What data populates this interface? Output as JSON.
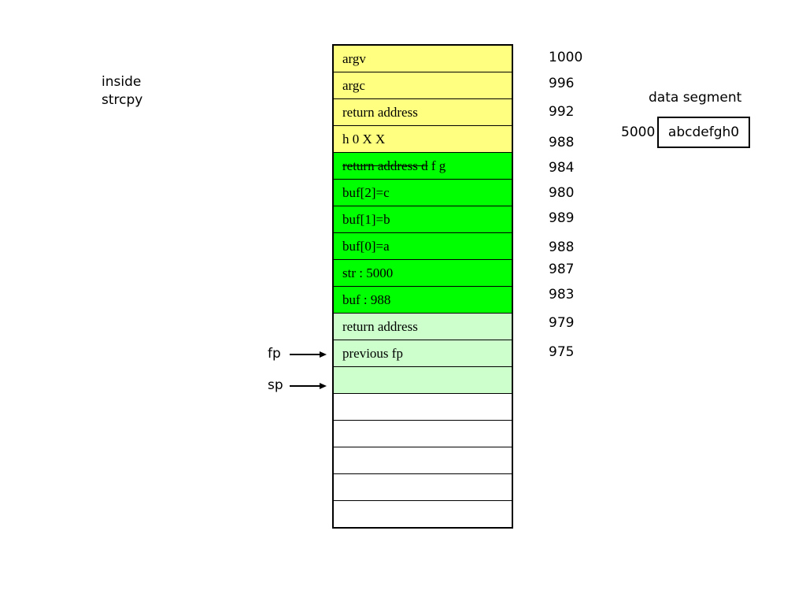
{
  "context": {
    "line1": "inside",
    "line2": "strcpy"
  },
  "colors": {
    "yellow": "#ffff80",
    "green": "#00ff00",
    "light_green": "#ccffcc",
    "white": "#ffffff"
  },
  "stack": {
    "cells": [
      {
        "text": "argv",
        "fill": "yellow"
      },
      {
        "text": "argc",
        "fill": "yellow"
      },
      {
        "text": "return address",
        "fill": "yellow"
      },
      {
        "text": "h 0 X X",
        "fill": "yellow"
      },
      {
        "text": "f g",
        "struck": "return address d",
        "fill": "green"
      },
      {
        "text": "buf[2]=c",
        "fill": "green"
      },
      {
        "text": "buf[1]=b",
        "fill": "green"
      },
      {
        "text": "buf[0]=a",
        "fill": "green"
      },
      {
        "text": "str : 5000",
        "fill": "green"
      },
      {
        "text": "buf : 988",
        "fill": "green"
      },
      {
        "text": "return address",
        "fill": "light_green"
      },
      {
        "text": "previous fp",
        "fill": "light_green"
      },
      {
        "text": "",
        "fill": "light_green"
      },
      {
        "text": "",
        "fill": "white"
      },
      {
        "text": "",
        "fill": "white"
      },
      {
        "text": "",
        "fill": "white"
      },
      {
        "text": "",
        "fill": "white"
      },
      {
        "text": "",
        "fill": "white"
      }
    ]
  },
  "addresses": [
    "1000",
    "996",
    "992",
    "988",
    "984",
    "980",
    "989",
    "988",
    "987",
    "983",
    "979",
    "975"
  ],
  "pointers": {
    "fp": "fp",
    "sp": "sp"
  },
  "data_segment": {
    "title": "data segment",
    "address": "5000",
    "contents": "abcdefgh0"
  }
}
